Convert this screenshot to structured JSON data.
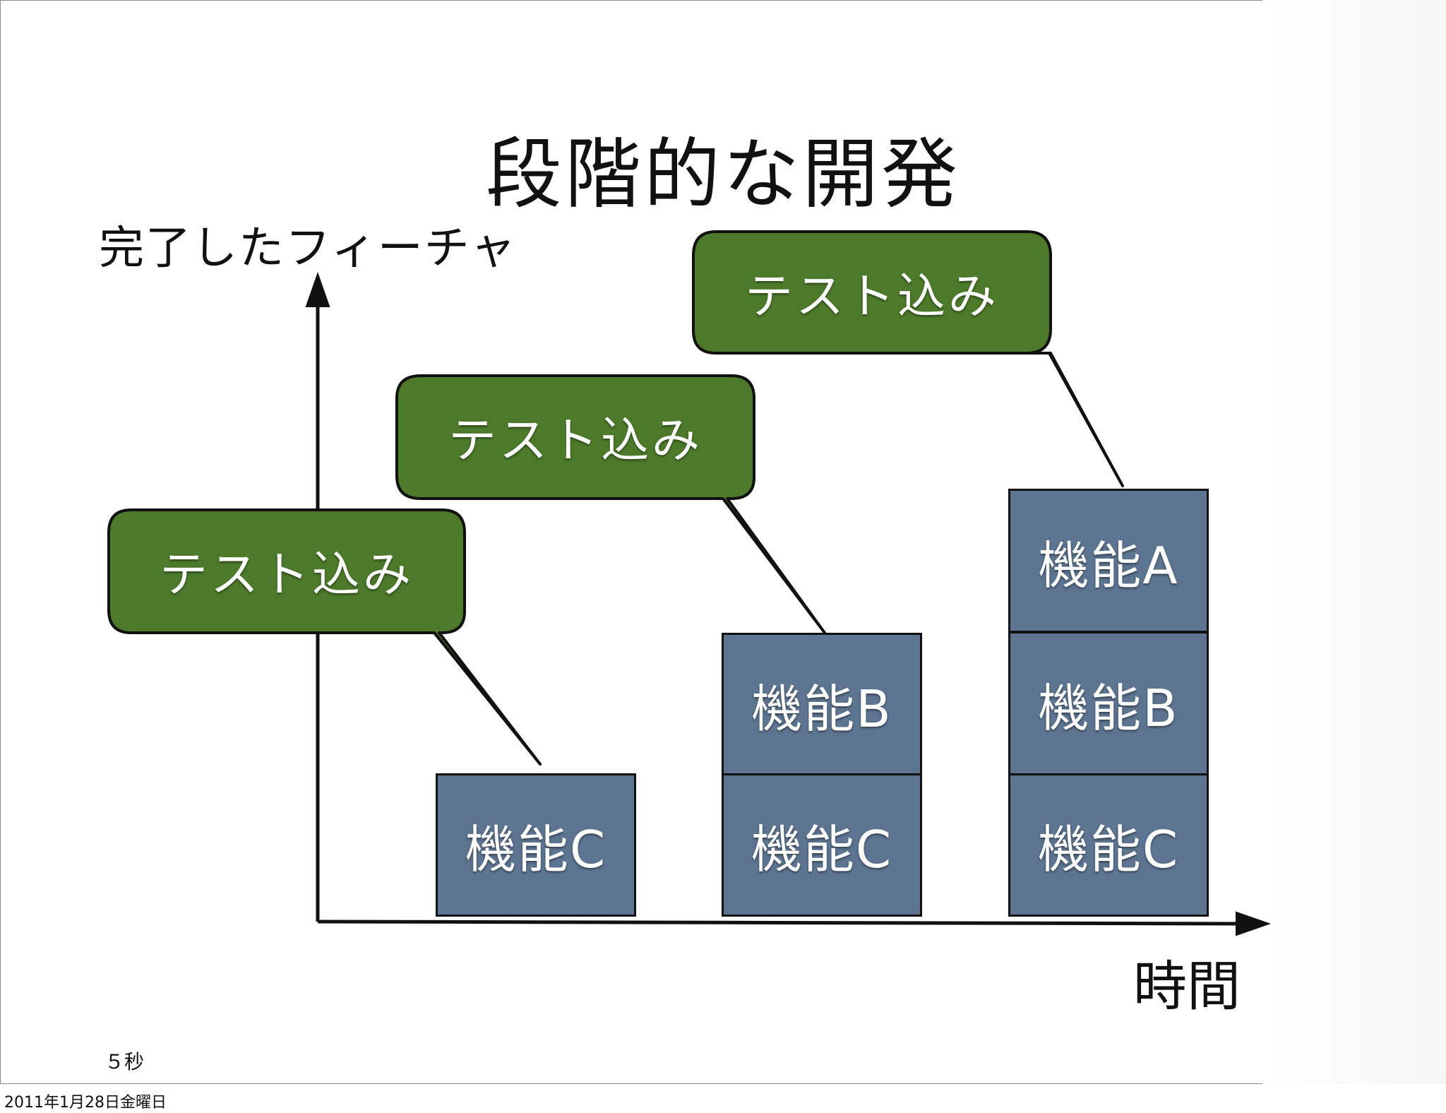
{
  "slide": {
    "title": "段階的な開発",
    "y_axis_label": "完了したフィーチャ",
    "x_axis_label": "時間",
    "seconds_label": "５秒",
    "footer_date": "2011年1月28日金曜日"
  },
  "colors": {
    "box_fill": "#5d7591",
    "bubble_fill": "#4d7a2a",
    "outline": "#111111"
  },
  "stacks": [
    {
      "boxes": [
        "機能C"
      ],
      "bubble": "テスト込み"
    },
    {
      "boxes": [
        "機能B",
        "機能C"
      ],
      "bubble": "テスト込み"
    },
    {
      "boxes": [
        "機能A",
        "機能B",
        "機能C"
      ],
      "bubble": "テスト込み"
    }
  ]
}
